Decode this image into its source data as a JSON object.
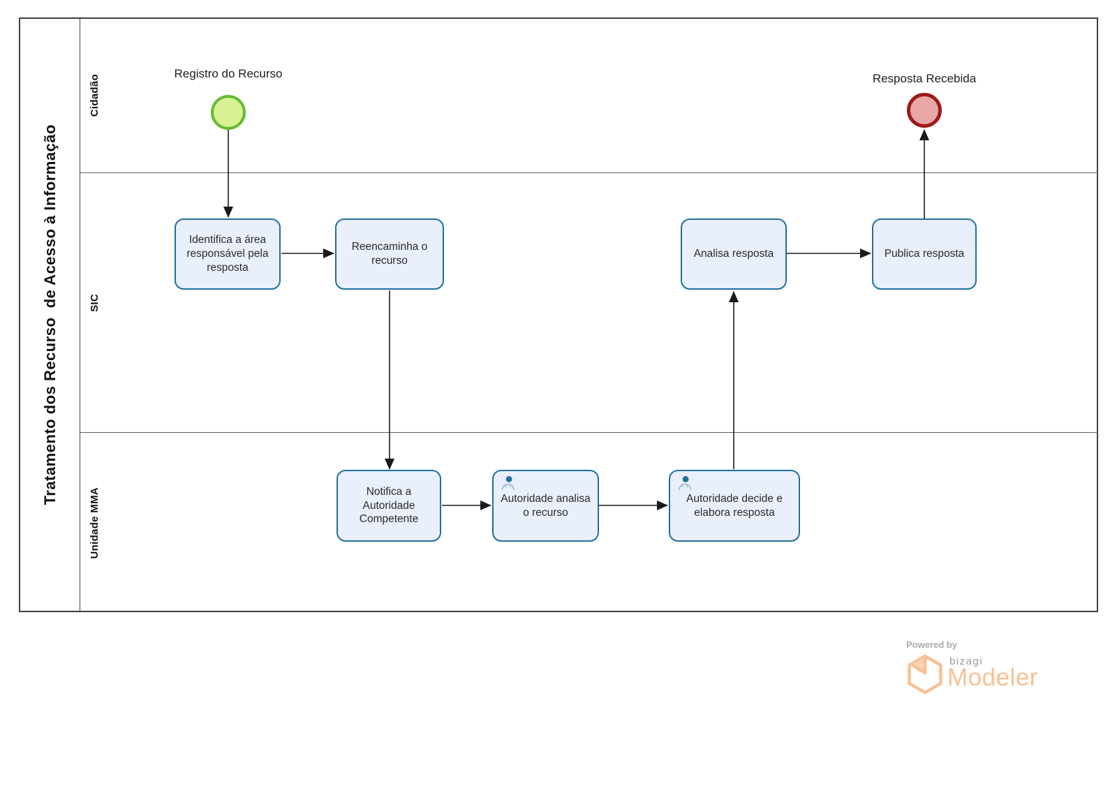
{
  "pool": {
    "title": "Tratamento dos Recurso  de Acesso à Informação",
    "lanes": [
      {
        "label": "Cidadão"
      },
      {
        "label": "SIC"
      },
      {
        "label": "Unidade MMA"
      }
    ]
  },
  "nodes": {
    "start": {
      "type": "start-event",
      "label": "Registro do Recurso"
    },
    "identifica": {
      "type": "task",
      "label": "Identifica a área responsável pela resposta"
    },
    "reencaminha": {
      "type": "task",
      "label": "Reencaminha o recurso"
    },
    "notifica": {
      "type": "task",
      "label": "Notifica a Autoridade Competente"
    },
    "analisa_recurso": {
      "type": "user-task",
      "label": "Autoridade analisa o recurso"
    },
    "decide_elabora": {
      "type": "user-task",
      "label": "Autoridade decide e elabora resposta"
    },
    "analisa_resposta": {
      "type": "task",
      "label": "Analisa resposta"
    },
    "publica": {
      "type": "task",
      "label": "Publica resposta"
    },
    "end": {
      "type": "end-event",
      "label": "Resposta Recebida"
    }
  },
  "flows": [
    {
      "from": "start",
      "to": "identifica"
    },
    {
      "from": "identifica",
      "to": "reencaminha"
    },
    {
      "from": "reencaminha",
      "to": "notifica"
    },
    {
      "from": "notifica",
      "to": "analisa_recurso"
    },
    {
      "from": "analisa_recurso",
      "to": "decide_elabora"
    },
    {
      "from": "decide_elabora",
      "to": "analisa_resposta"
    },
    {
      "from": "analisa_resposta",
      "to": "publica"
    },
    {
      "from": "publica",
      "to": "end"
    }
  ],
  "colors": {
    "task_fill": "#E9EFFB",
    "task_border": "#1F709C",
    "start_fill": "#D9F095",
    "start_border": "#63BC2E",
    "end_fill": "#E9A8A5",
    "end_border": "#9E1A1A",
    "flow": "#1a1a1a",
    "pool_border": "#3f3f3f",
    "lane_divider": "#5f5f5f",
    "label_text": "#111111",
    "user_icon_head": "#1F709C",
    "user_icon_body": "#9DBCD6",
    "brand_orange": "#F8C094",
    "brand_fold": "#F9D3B2",
    "brand_gray": "#9B9B9B",
    "powered_gray": "#ABABAB"
  },
  "branding": {
    "powered_by": "Powered by",
    "brand_name": "bizagi",
    "product_name": "Modeler"
  }
}
